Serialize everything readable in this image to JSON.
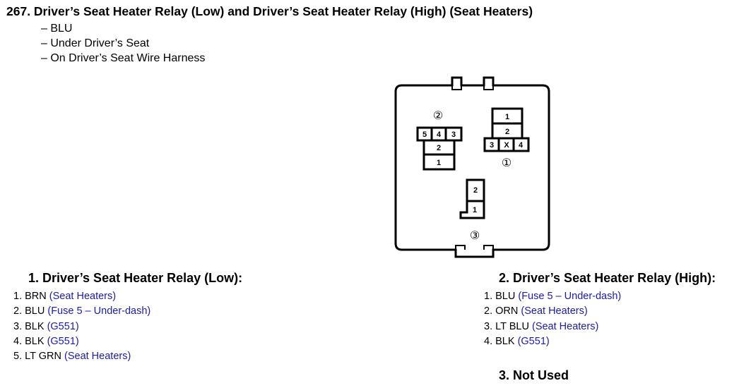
{
  "header": {
    "title": "267.  Driver’s Seat Heater Relay (Low) and Driver’s Seat Heater Relay (High) (Seat Heaters)",
    "details": [
      "– BLU",
      "– Under Driver’s Seat",
      "– On Driver’s Seat Wire Harness"
    ]
  },
  "connector": {
    "labels": {
      "c1": "①",
      "c2": "②",
      "c3": "③",
      "c1_pins": [
        "1",
        "2",
        "3",
        "X",
        "4"
      ],
      "c2_pins": [
        "5",
        "4",
        "3",
        "2",
        "1"
      ],
      "c3_pins": [
        "2",
        "1"
      ]
    }
  },
  "relay_low": {
    "title": "1. Driver’s Seat Heater Relay (Low):",
    "pins": [
      {
        "num": "1.",
        "color": "BRN",
        "desc": "(Seat Heaters)"
      },
      {
        "num": "2.",
        "color": "BLU",
        "desc": "(Fuse 5 – Under-dash)"
      },
      {
        "num": "3.",
        "color": "BLK",
        "desc": "(G551)"
      },
      {
        "num": "4.",
        "color": "BLK",
        "desc": "(G551)"
      },
      {
        "num": "5.",
        "color": "LT GRN",
        "desc": "(Seat Heaters)"
      }
    ]
  },
  "relay_high": {
    "title": "2. Driver’s Seat Heater Relay (High):",
    "pins": [
      {
        "num": "1.",
        "color": "BLU",
        "desc": "(Fuse 5 – Under-dash)"
      },
      {
        "num": "2.",
        "color": "ORN",
        "desc": "(Seat Heaters)"
      },
      {
        "num": "3.",
        "color": "LT BLU",
        "desc": "(Seat Heaters)"
      },
      {
        "num": "4.",
        "color": "BLK",
        "desc": "(G551)"
      }
    ]
  },
  "not_used": {
    "title": "3. Not Used"
  },
  "colors": {
    "link": "#1a1ab4",
    "text": "#000000"
  }
}
